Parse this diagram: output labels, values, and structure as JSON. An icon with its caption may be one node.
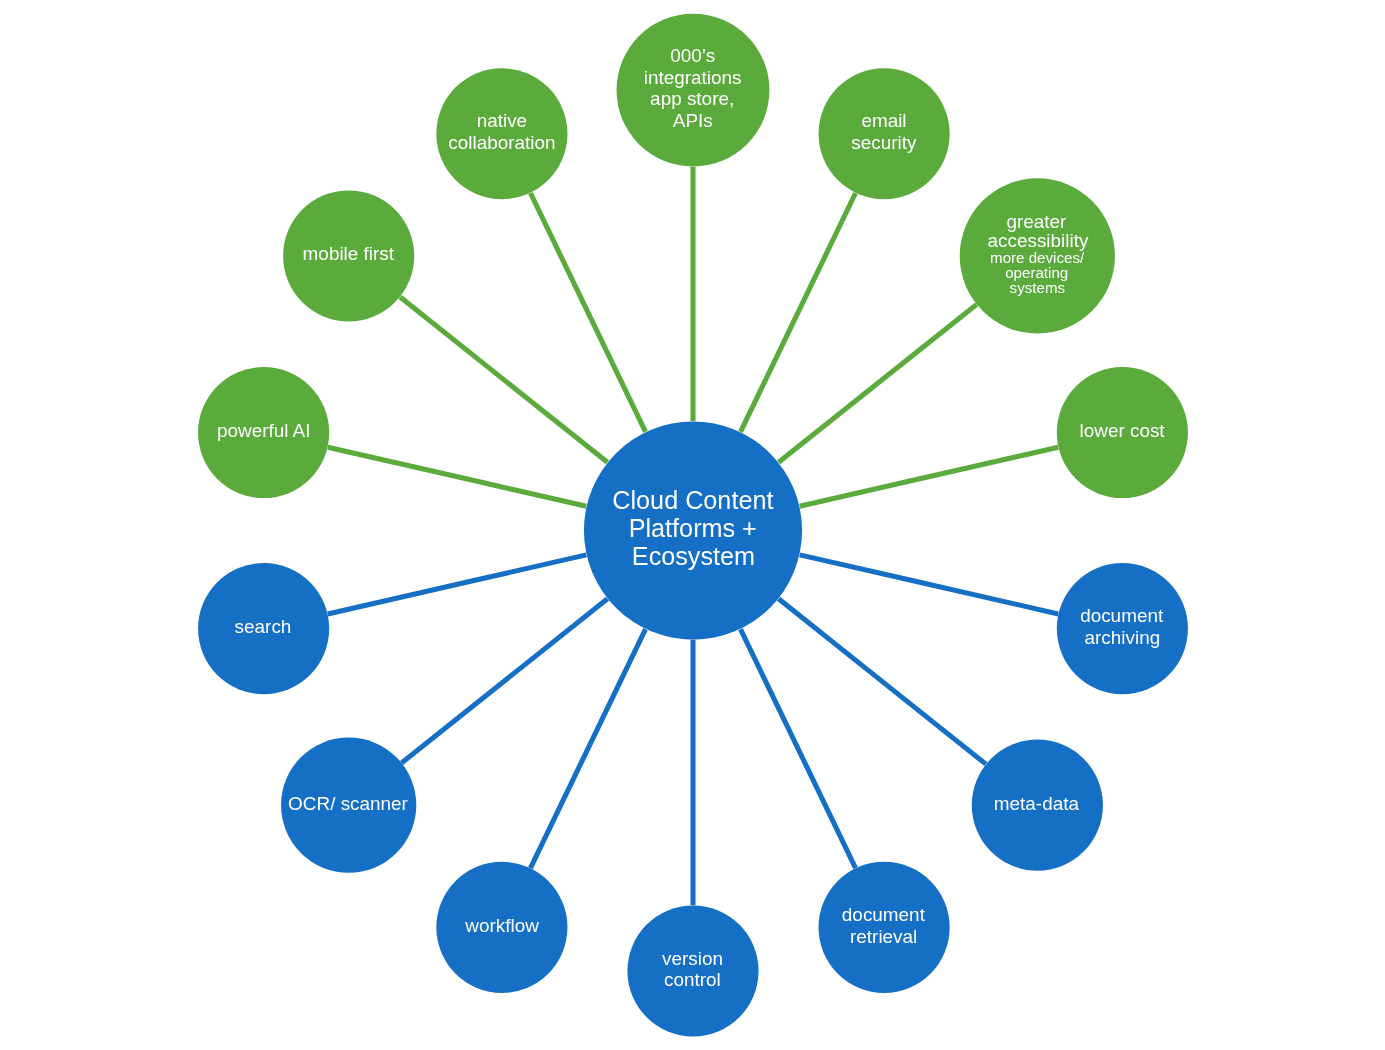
{
  "diagram": {
    "nodes": [
      {
        "text": [
          "Cloud Content Platforms + Ecosystem"
        ]
      },
      {
        "text": [
          "000’s integrations app store, APIs"
        ]
      },
      {
        "text": [
          "email security"
        ]
      },
      {
        "text": [
          "greater accessibility",
          "more devices/operating systems"
        ]
      },
      {
        "text": [
          "lower cost"
        ]
      },
      {
        "text": [
          "document archiving"
        ]
      },
      {
        "text": [
          "meta-data"
        ]
      },
      {
        "text": [
          "document retrieval"
        ]
      },
      {
        "text": [
          "version control"
        ]
      },
      {
        "text": [
          "workflow"
        ]
      },
      {
        "text": [
          "OCR/ scanner"
        ]
      },
      {
        "text": [
          "search"
        ]
      },
      {
        "text": [
          "powerful AI"
        ]
      },
      {
        "text": [
          "mobile first"
        ]
      },
      {
        "text": [
          "native collaboration"
        ]
      }
    ],
    "edges": [
      {
        "from": 0,
        "to": 1,
        "arrow": "none",
        "color": "#5aaa3c"
      },
      {
        "from": 0,
        "to": 2,
        "arrow": "none",
        "color": "#5aaa3c"
      },
      {
        "from": 0,
        "to": 3,
        "arrow": "none",
        "color": "#5aaa3c"
      },
      {
        "from": 0,
        "to": 4,
        "arrow": "none",
        "color": "#5aaa3c"
      },
      {
        "from": 0,
        "to": 5,
        "arrow": "none",
        "color": "#156fc4"
      },
      {
        "from": 0,
        "to": 6,
        "arrow": "none",
        "color": "#156fc4"
      },
      {
        "from": 0,
        "to": 7,
        "arrow": "none",
        "color": "#156fc4"
      },
      {
        "from": 0,
        "to": 8,
        "arrow": "none",
        "color": "#156fc4"
      },
      {
        "from": 0,
        "to": 9,
        "arrow": "none",
        "color": "#156fc4"
      },
      {
        "from": 0,
        "to": 10,
        "arrow": "none",
        "color": "#156fc4"
      },
      {
        "from": 0,
        "to": 11,
        "arrow": "none",
        "color": "#156fc4"
      },
      {
        "from": 0,
        "to": 12,
        "arrow": "none",
        "color": "#5aaa3c"
      },
      {
        "from": 0,
        "to": 13,
        "arrow": "none",
        "color": "#5aaa3c"
      },
      {
        "from": 0,
        "to": 14,
        "arrow": "none",
        "color": "#5aaa3c"
      }
    ]
  }
}
